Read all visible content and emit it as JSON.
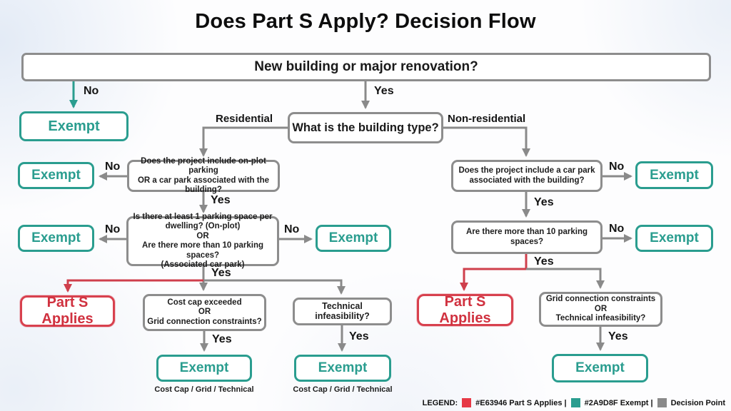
{
  "title": "Does Part S Apply? Decision Flow",
  "labels": {
    "yes": "Yes",
    "no": "No",
    "residential": "Residential",
    "non_residential": "Non-residential"
  },
  "nodes": {
    "root": "New building or major renovation?",
    "exempt": "Exempt",
    "building_type": "What is the building type?",
    "res_parking_q": {
      "lines": [
        "Does the project include on-plot parking",
        "OR a car park associated with the building?"
      ]
    },
    "res_threshold_q": {
      "lines": [
        "Is there at least 1 parking space per",
        "dwelling? (On-plot)",
        "OR",
        "Are there more than 10 parking spaces?",
        "(Associated car park)"
      ]
    },
    "part_s_applies": "Part S Applies",
    "cost_cap_q": {
      "lines": [
        "Cost cap exceeded",
        "OR",
        "Grid connection constraints?"
      ]
    },
    "tech_q": "Technical infeasibility?",
    "exemption_caption": "Cost Cap / Grid / Technical",
    "nonres_parking_q": {
      "lines": [
        "Does the project include a car park",
        "associated with the building?"
      ]
    },
    "nonres_threshold_q": {
      "lines": [
        "Are there more than 10 parking",
        "spaces?"
      ]
    },
    "grid_tech_q": {
      "lines": [
        "Grid connection constraints",
        "OR",
        "Technical infeasibility?"
      ]
    }
  },
  "colors": {
    "part_s_applies": "#E63946",
    "exempt": "#2A9D8F",
    "decision_point": "#8a8a8a"
  },
  "legend": {
    "label": "LEGEND:",
    "items": [
      {
        "swatch": "#E63946",
        "text": "#E63946 Part S Applies |"
      },
      {
        "swatch": "#2A9D8F",
        "text": "#2A9D8F Exempt |"
      },
      {
        "swatch": "#8a8a8a",
        "text": "Decision Point"
      }
    ]
  }
}
